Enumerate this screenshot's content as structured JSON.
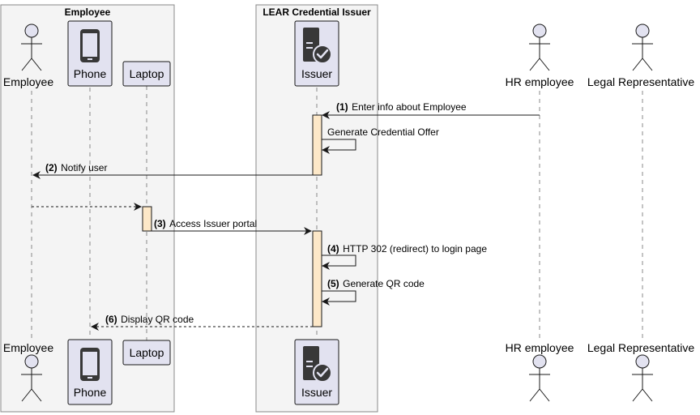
{
  "colors": {
    "group_fill": "#f4f4f4",
    "participant_fill": "#e2e2f0",
    "activation_fill": "#fde8c8",
    "line": "#181818"
  },
  "groups": {
    "employee": "Employee",
    "issuer": "LEAR Credential Issuer"
  },
  "participants": {
    "employee": {
      "label": "Employee",
      "kind": "actor",
      "icon": "actor-icon"
    },
    "phone": {
      "label": "Phone",
      "kind": "device",
      "icon": "phone-icon"
    },
    "laptop": {
      "label": "Laptop",
      "kind": "participant"
    },
    "issuer": {
      "label": "Issuer",
      "kind": "server",
      "icon": "server-check-icon"
    },
    "hr": {
      "label": "HR employee",
      "kind": "actor",
      "icon": "actor-icon"
    },
    "legal": {
      "label": "Legal Representative",
      "kind": "actor",
      "icon": "actor-icon"
    }
  },
  "messages": [
    {
      "num": "(1)",
      "text": "Enter info about Employee",
      "from": "HR employee",
      "to": "Issuer",
      "style": "solid"
    },
    {
      "num": "",
      "text": "Generate Credential Offer",
      "from": "Issuer",
      "to": "Issuer",
      "style": "self"
    },
    {
      "num": "(2)",
      "text": "Notify user",
      "from": "Issuer",
      "to": "Employee",
      "style": "solid"
    },
    {
      "num": "",
      "text": "",
      "from": "Employee",
      "to": "Laptop",
      "style": "dashed"
    },
    {
      "num": "(3)",
      "text": "Access Issuer portal",
      "from": "Laptop",
      "to": "Issuer",
      "style": "solid"
    },
    {
      "num": "(4)",
      "text": "HTTP 302 (redirect) to login page",
      "from": "Issuer",
      "to": "Issuer",
      "style": "self"
    },
    {
      "num": "(5)",
      "text": "Generate QR code",
      "from": "Issuer",
      "to": "Issuer",
      "style": "self"
    },
    {
      "num": "(6)",
      "text": "Display QR code",
      "from": "Issuer",
      "to": "Phone",
      "style": "dashed"
    }
  ]
}
